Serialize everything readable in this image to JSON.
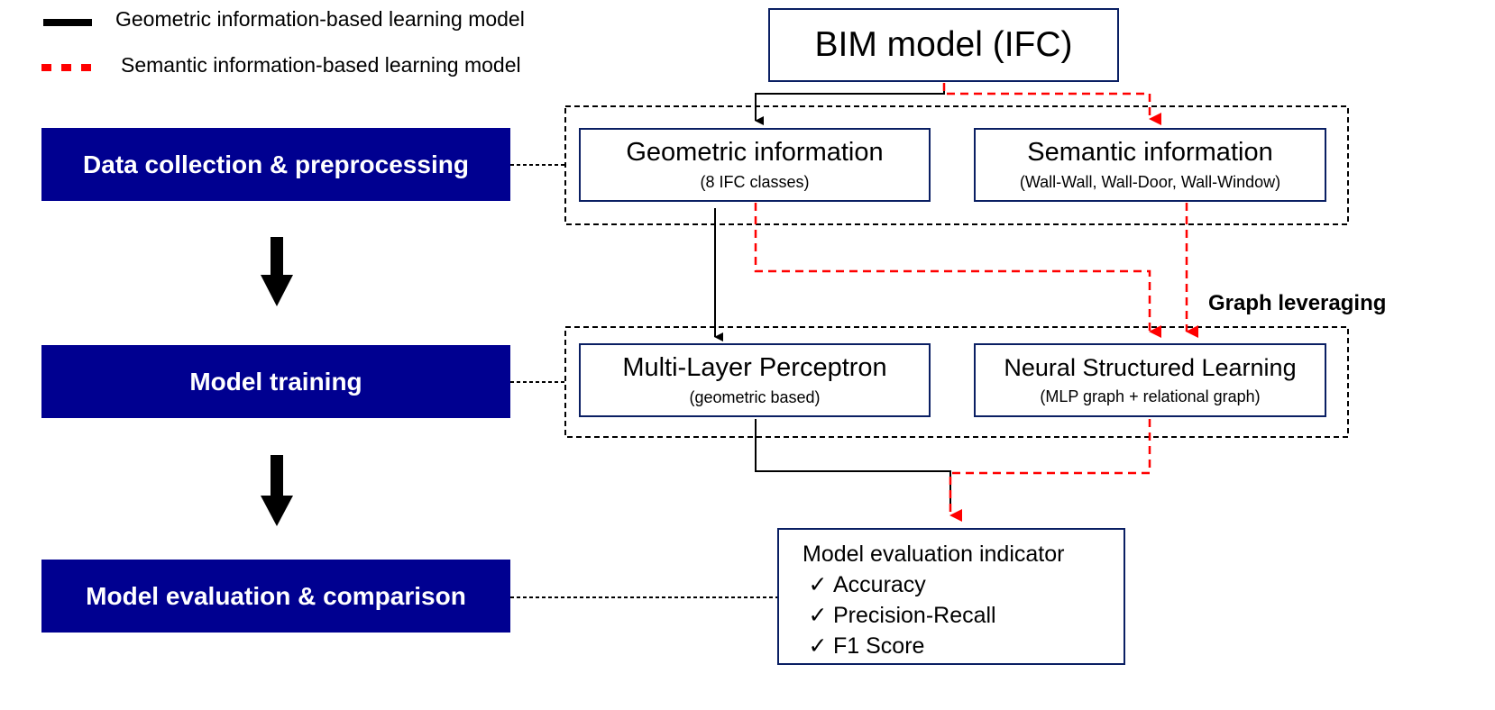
{
  "legend": {
    "geometric_label": "Geometric information-based learning model",
    "semantic_label": "Semantic information-based learning model",
    "geometric_color": "#000000",
    "semantic_color": "#ff0000"
  },
  "steps": {
    "collection": "Data collection & preprocessing",
    "training": "Model training",
    "evaluation": "Model evaluation & comparison"
  },
  "bim": {
    "label": "BIM model (IFC)"
  },
  "geometric": {
    "title": "Geometric information",
    "subtitle": "(8 IFC classes)"
  },
  "semantic": {
    "title": "Semantic information",
    "subtitle": "(Wall-Wall, Wall-Door, Wall-Window)"
  },
  "mlp": {
    "title": "Multi-Layer Perceptron",
    "subtitle": "(geometric based)"
  },
  "nsl": {
    "title": "Neural Structured Learning",
    "subtitle": "(MLP graph + relational graph)"
  },
  "graph_label": "Graph leveraging",
  "evaluation_box": {
    "title": "Model evaluation indicator",
    "check_glyph": "✓",
    "items": [
      "Accuracy",
      "Precision-Recall",
      "F1 Score"
    ]
  },
  "colors": {
    "step_fill": "#000090",
    "box_border": "#0a1f63",
    "semantic_line": "#ff0000"
  }
}
